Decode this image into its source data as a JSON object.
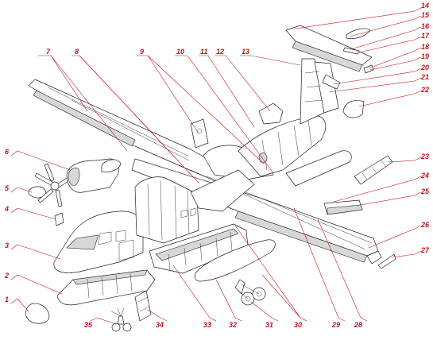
{
  "callouts": [
    {
      "label": "1"
    },
    {
      "label": "2"
    },
    {
      "label": "3"
    },
    {
      "label": "4"
    },
    {
      "label": "5"
    },
    {
      "label": "6"
    },
    {
      "label": "7"
    },
    {
      "label": "8"
    },
    {
      "label": "9"
    },
    {
      "label": "10"
    },
    {
      "label": "11"
    },
    {
      "label": "12"
    },
    {
      "label": "13"
    },
    {
      "label": "14"
    },
    {
      "label": "15"
    },
    {
      "label": "16"
    },
    {
      "label": "17"
    },
    {
      "label": "18"
    },
    {
      "label": "19"
    },
    {
      "label": "20"
    },
    {
      "label": "21"
    },
    {
      "label": "22"
    },
    {
      "label": "23"
    },
    {
      "label": "24"
    },
    {
      "label": "25"
    },
    {
      "label": "26"
    },
    {
      "label": "27"
    },
    {
      "label": "28"
    },
    {
      "label": "29"
    },
    {
      "label": "30"
    },
    {
      "label": "31"
    },
    {
      "label": "32"
    },
    {
      "label": "33"
    },
    {
      "label": "34"
    },
    {
      "label": "35"
    }
  ],
  "colors": {
    "callout_red": "#c0141c",
    "line": "#202020",
    "shade": "#d7d7d7",
    "background": "#ffffff"
  }
}
